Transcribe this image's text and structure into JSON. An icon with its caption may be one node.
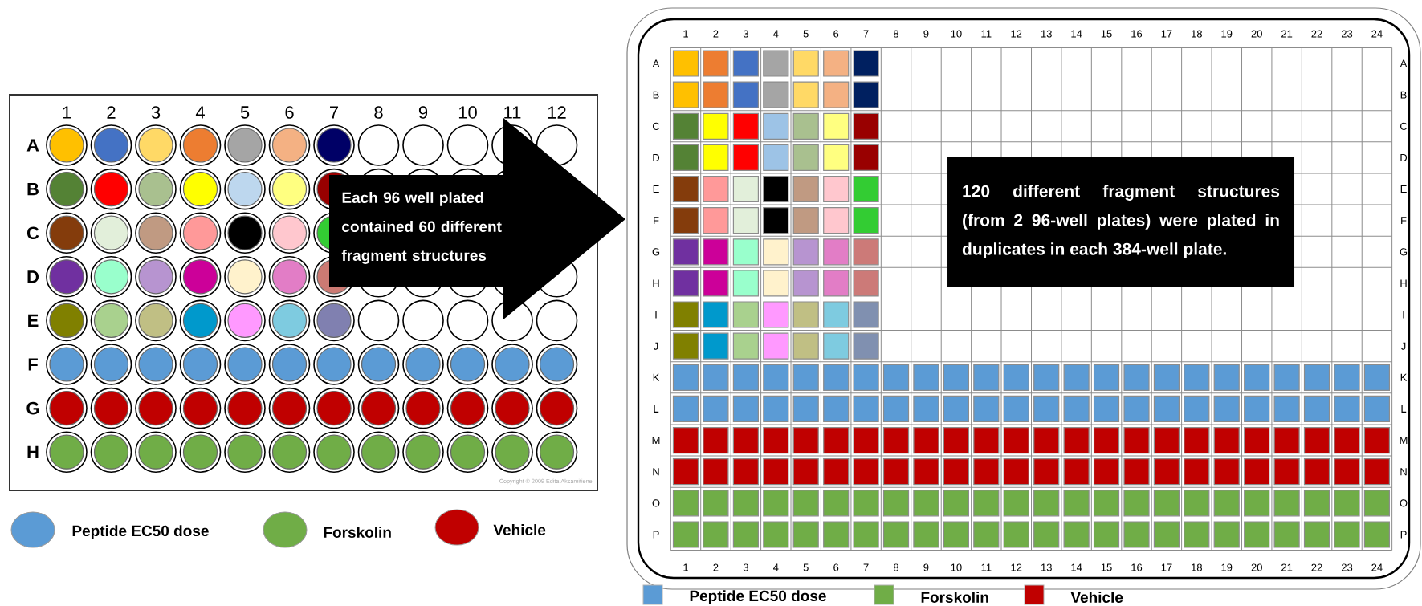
{
  "diagram": {
    "nodes": [
      {
        "text": [
          "Each 96 well plated contained 60 different fragment structures"
        ]
      },
      {
        "text": [
          "120 different fragment structures (from 2 96-well plates) were plated in duplicates in each 384-well plate."
        ]
      }
    ],
    "labels": [
      "1",
      "2",
      "3",
      "4",
      "5",
      "6",
      "7",
      "8",
      "9",
      "10",
      "11",
      "12",
      "A",
      "B",
      "C",
      "D",
      "E",
      "F",
      "G",
      "H",
      "Copyright © 2009 Edita Aksamitiene",
      "1",
      "2",
      "3",
      "4",
      "5",
      "6",
      "7",
      "8",
      "9",
      "10",
      "11",
      "12",
      "13",
      "14",
      "15",
      "16",
      "17",
      "18",
      "19",
      "20",
      "21",
      "22",
      "23",
      "24",
      "A",
      "A",
      "B",
      "B",
      "C",
      "C",
      "D",
      "D",
      "E",
      "E",
      "F",
      "F",
      "G",
      "G",
      "H",
      "H",
      "I",
      "I",
      "J",
      "J",
      "K",
      "K",
      "L",
      "L",
      "M",
      "M",
      "N",
      "N",
      "O",
      "O",
      "P",
      "P",
      "1",
      "2",
      "3",
      "4",
      "5",
      "6",
      "7",
      "8",
      "9",
      "10",
      "11",
      "12",
      "13",
      "14",
      "15",
      "16",
      "17",
      "18",
      "19",
      "20",
      "21",
      "22",
      "23",
      "24"
    ],
    "legend": [
      {
        "text": "Peptide EC50 dose",
        "color": "#5b9bd5"
      },
      {
        "text": "Forskolin",
        "color": "#70ad47"
      },
      {
        "text": "Vehicle",
        "color": "#c00000"
      },
      {
        "text": "Peptide EC50 dose",
        "color": "#5b9bd5"
      },
      {
        "text": "Forskolin",
        "color": "#70ad47"
      },
      {
        "text": "Vehicle",
        "color": "#c00000"
      }
    ]
  }
}
